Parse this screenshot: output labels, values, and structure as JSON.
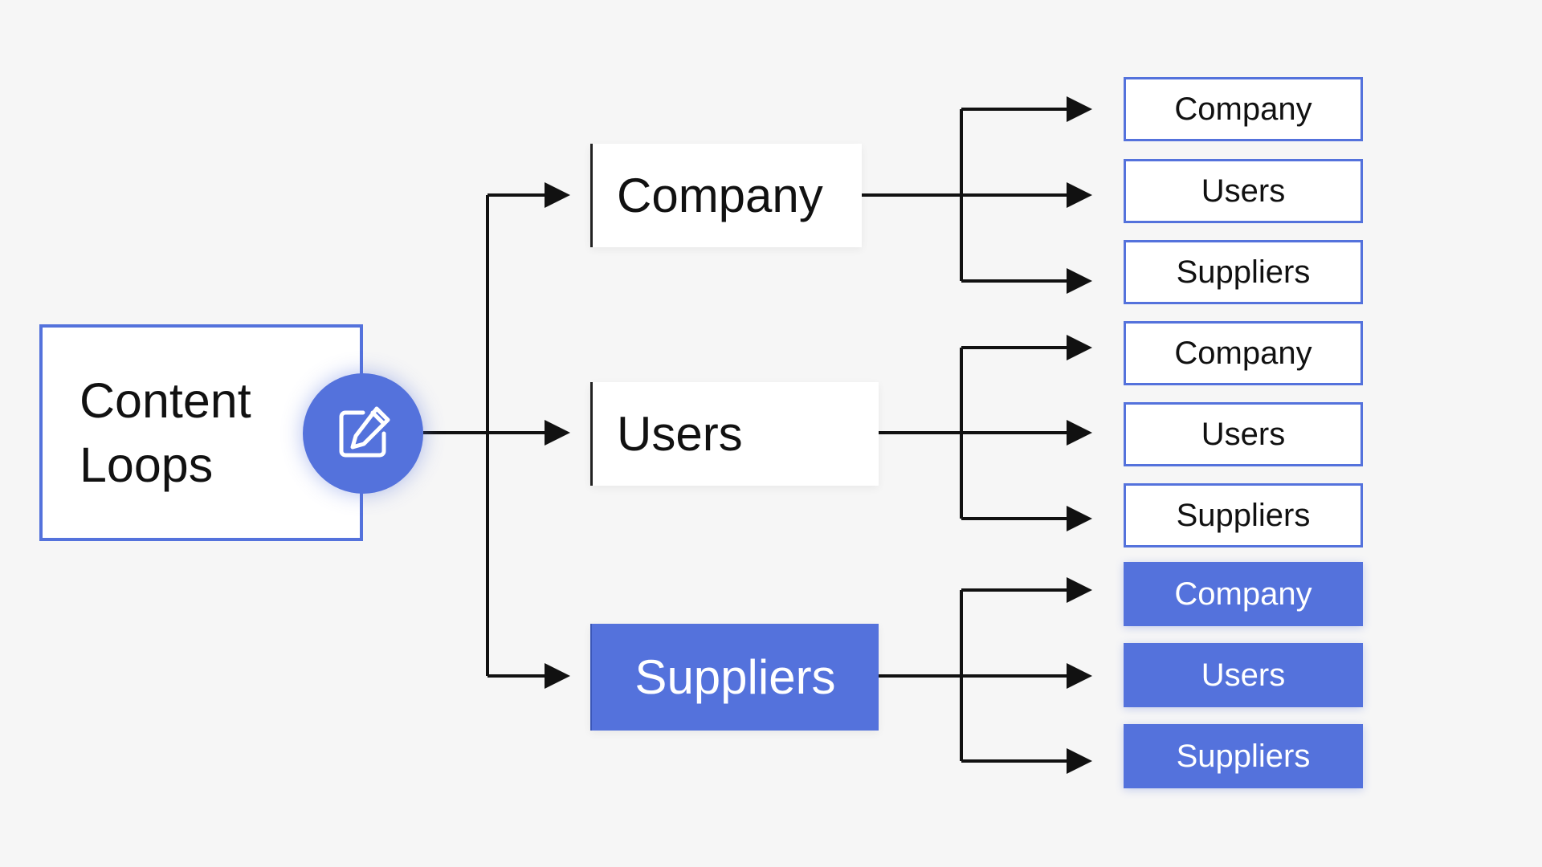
{
  "root": {
    "label_line1": "Content",
    "label_line2": "Loops",
    "icon": "edit-icon"
  },
  "branches": [
    {
      "label": "Company",
      "leaves": [
        "Company",
        "Users",
        "Suppliers"
      ],
      "highlighted": false
    },
    {
      "label": "Users",
      "leaves": [
        "Company",
        "Users",
        "Suppliers"
      ],
      "highlighted": false
    },
    {
      "label": "Suppliers",
      "leaves": [
        "Company",
        "Users",
        "Suppliers"
      ],
      "highlighted": true
    }
  ],
  "colors": {
    "accent": "#5472dc",
    "line": "#111111",
    "background": "#f6f6f6"
  }
}
